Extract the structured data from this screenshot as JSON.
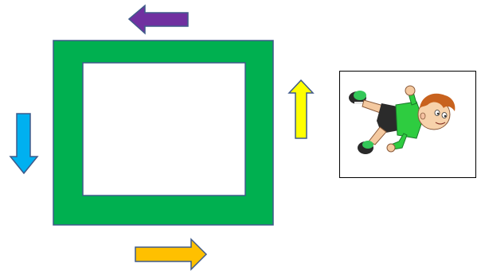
{
  "diagram": {
    "track": {
      "outer_color": "#00B050",
      "inner_color": "#FFFFFF",
      "border_color": "#3F5A8A"
    },
    "arrows": [
      {
        "name": "arrow-left",
        "direction": "left",
        "color": "#7030A0"
      },
      {
        "name": "arrow-down",
        "direction": "down",
        "color": "#00B0F0"
      },
      {
        "name": "arrow-right",
        "direction": "right",
        "color": "#FFC000"
      },
      {
        "name": "arrow-up",
        "direction": "up",
        "color": "#FFFF00"
      }
    ],
    "arrow_border_color": "#3F5A8A",
    "figure": {
      "icon": "running-boy-icon",
      "shirt_color": "#2ECC40",
      "hair_color": "#C8621E"
    }
  }
}
